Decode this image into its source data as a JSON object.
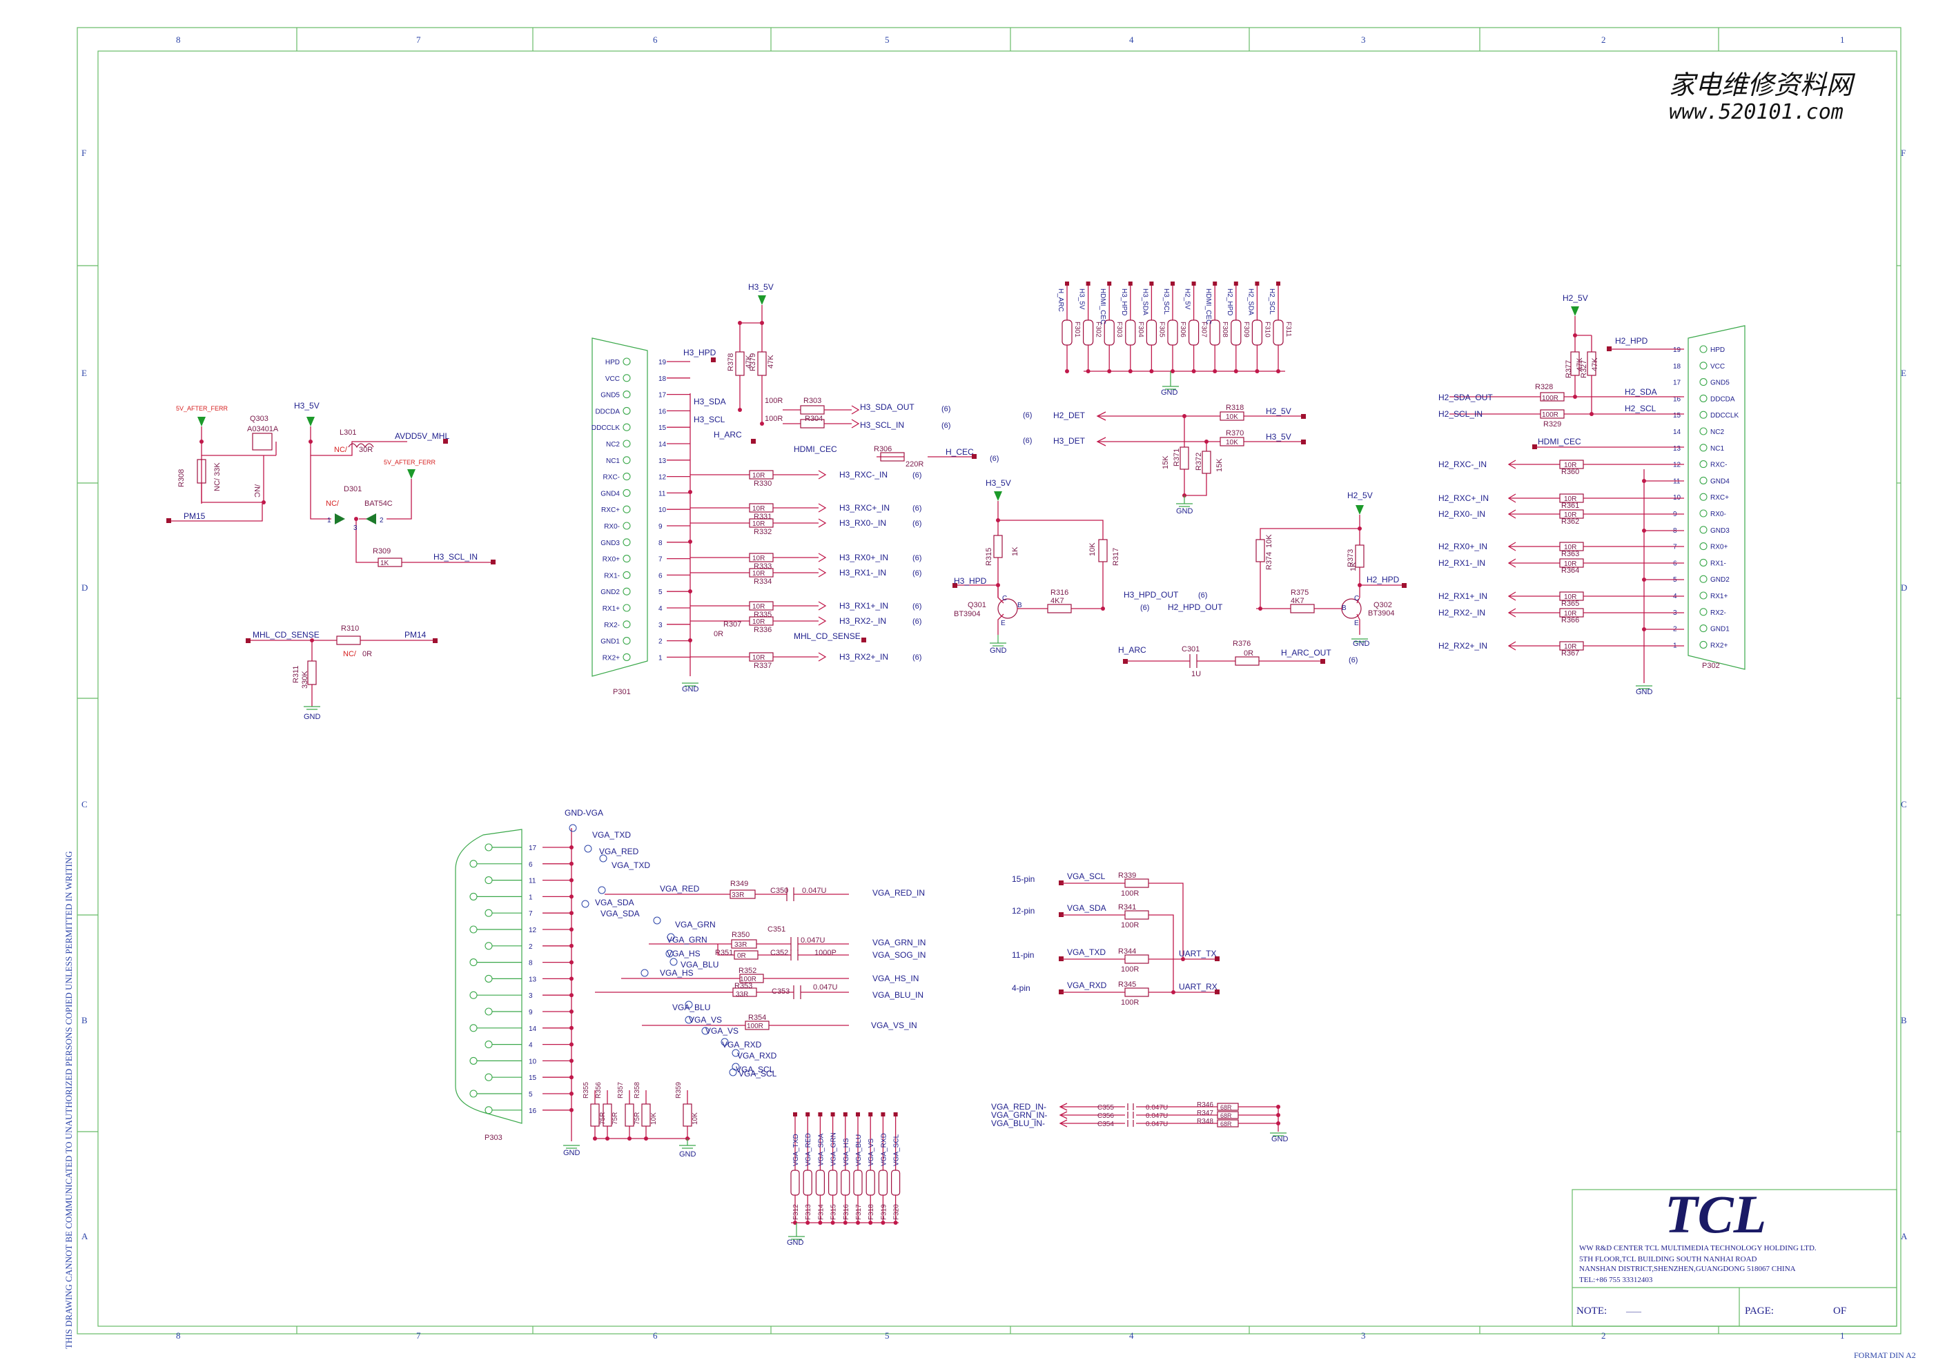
{
  "frame": {
    "columns": [
      "8",
      "7",
      "6",
      "5",
      "4",
      "3",
      "2",
      "1"
    ],
    "rows": [
      "F",
      "E",
      "D",
      "C",
      "B",
      "A"
    ],
    "side_note": "THIS DRAWING CANNOT BE COMMUNICATED TO UNAUTHORIZED PERSONS COPIED UNLESS PERMITTED IN WRITING",
    "format": "FORMAT DIN A2"
  },
  "watermark": {
    "line1": "家电维修资料网",
    "line2": "www.520101.com"
  },
  "title_block": {
    "logo": "TCL",
    "company": "WW R&D CENTER TCL MULTIMEDIA TECHNOLOGY HOLDING LTD.",
    "addr1": "5TH FLOOR,TCL BUILDING SOUTH NANHAI ROAD",
    "addr2": "NANSHAN DISTRICT,SHENZHEN,GUANGDONG 518067 CHINA",
    "tel": "TEL:+86 755 33312403",
    "note_label": "NOTE:",
    "note_value": "——",
    "page_label": "PAGE:",
    "of_label": "OF"
  },
  "mhl": {
    "q303": "Q303",
    "q303_val": "A03401A",
    "r308": "R308",
    "r308_val": "NC/ 33K",
    "nc_mark": "/NC",
    "net_5v_after_ferr": "5V_AFTER_FERR",
    "net_h3_5v": "H3_5V",
    "l301": "L301",
    "l301_nc": "NC/",
    "l301_val": "30R",
    "avdd": "AVDD5V_MHL",
    "pm15": "PM15",
    "d301": "D301",
    "d301_nc": "NC/",
    "d301_val": "BAT54C",
    "pin1": "1",
    "pin2": "2",
    "pin3": "3",
    "r309": "R309",
    "r309_val": "1K",
    "h3_scl_in": "H3_SCL_IN",
    "mhl_cd_sense": "MHL_CD_SENSE",
    "r310": "R310",
    "r310_nc": "NC/",
    "r310_val": "0R",
    "pm14": "PM14",
    "r311": "R311",
    "r311_val": "330K",
    "gnd": "GND"
  },
  "p301": {
    "ref": "P301",
    "pins": [
      {
        "n": "19",
        "name": "HPD"
      },
      {
        "n": "18",
        "name": "VCC"
      },
      {
        "n": "17",
        "name": "GND5"
      },
      {
        "n": "16",
        "name": "DDCDA"
      },
      {
        "n": "15",
        "name": "DDCCLK"
      },
      {
        "n": "14",
        "name": "NC2"
      },
      {
        "n": "13",
        "name": "NC1"
      },
      {
        "n": "12",
        "name": "RXC-"
      },
      {
        "n": "11",
        "name": "GND4"
      },
      {
        "n": "10",
        "name": "RXC+"
      },
      {
        "n": "9",
        "name": "RX0-"
      },
      {
        "n": "8",
        "name": "GND3"
      },
      {
        "n": "7",
        "name": "RX0+"
      },
      {
        "n": "6",
        "name": "RX1-"
      },
      {
        "n": "5",
        "name": "GND2"
      },
      {
        "n": "4",
        "name": "RX1+"
      },
      {
        "n": "3",
        "name": "RX2-"
      },
      {
        "n": "2",
        "name": "GND1"
      },
      {
        "n": "1",
        "name": "RX2+"
      }
    ],
    "h3_5v": "H3_5V",
    "h3_hpd": "H3_HPD",
    "h3_sda": "H3_SDA",
    "h3_scl": "H3_SCL",
    "h_arc": "H_ARC",
    "hdmi_cec": "HDMI_CEC",
    "h_cec": "H_CEC",
    "r378": "R378",
    "r379": "R379",
    "r378_val": "47K",
    "r379_val": "47K",
    "r303": "R303",
    "r304": "R304",
    "r303_val": "100R",
    "r304_val": "100R",
    "r306": "R306",
    "r306_val": "220R",
    "h3_sda_out": "H3_SDA_OUT",
    "h3_scl_in": "H3_SCL_IN",
    "six": "(6)",
    "rx": [
      {
        "val": "10R",
        "ref": "R330",
        "net": "H3_RXC-_IN"
      },
      {
        "val": "10R",
        "ref": "R331",
        "net": "H3_RXC+_IN"
      },
      {
        "val": "10R",
        "ref": "R332",
        "net": "H3_RX0-_IN"
      },
      {
        "val": "10R",
        "ref": "R333",
        "net": "H3_RX0+_IN"
      },
      {
        "val": "10R",
        "ref": "R334",
        "net": "H3_RX1-_IN"
      },
      {
        "val": "10R",
        "ref": "R335",
        "net": "H3_RX1+_IN"
      },
      {
        "val": "10R",
        "ref": "R336",
        "net": "H3_RX2-_IN"
      },
      {
        "val": "10R",
        "ref": "R337",
        "net": "H3_RX2+_IN"
      }
    ],
    "r307": "R307",
    "r307_val": "0R",
    "mhl_cd_sense": "MHL_CD_SENSE",
    "gnd": "GND"
  },
  "esd_top": {
    "items": [
      {
        "net": "H_ARC",
        "ref": "F301"
      },
      {
        "net": "H3_5V",
        "ref": "F302"
      },
      {
        "net": "HDMI_CEC",
        "ref": "F303"
      },
      {
        "net": "H3_HPD",
        "ref": "F304"
      },
      {
        "net": "H3_SDA",
        "ref": "F305"
      },
      {
        "net": "H3_SCL",
        "ref": "F306"
      },
      {
        "net": "H2_5V",
        "ref": "F307"
      },
      {
        "net": "HDMI_CEC",
        "ref": "F308"
      },
      {
        "net": "H2_HPD",
        "ref": "F309"
      },
      {
        "net": "H2_SDA",
        "ref": "F310"
      },
      {
        "net": "H2_SCL",
        "ref": "F311"
      }
    ],
    "gnd": "GND"
  },
  "det": {
    "h2_det": "H2_DET",
    "h3_det": "H3_DET",
    "six": "(6)",
    "r318": "R318",
    "r318_val": "10K",
    "h2_5v": "H2_5V",
    "r370": "R370",
    "r370_val": "10K",
    "h3_5v": "H3_5V",
    "r371": "R371",
    "r371_val": "15K",
    "r372": "R372",
    "r372_val": "15K",
    "gnd": "GND"
  },
  "hpd": {
    "h3_5v": "H3_5V",
    "r315": "R315",
    "r315_val": "1K",
    "r317": "R317",
    "r317_val": "10K",
    "h3_hpd": "H3_HPD",
    "q301": "Q301",
    "q301_val": "BT3904",
    "r316": "R316",
    "r316_val": "4K7",
    "h3_hpd_out": "H3_HPD_OUT",
    "h2_hpd_out": "H2_HPD_OUT",
    "six": "(6)",
    "h2_5v": "H2_5V",
    "r374": "R374",
    "r374_val": "10K",
    "r373": "R373",
    "r373_val": "1K",
    "h2_hpd": "H2_HPD",
    "r375": "R375",
    "r375_val": "4K7",
    "q302": "Q302",
    "q302_val": "BT3904",
    "h_arc": "H_ARC",
    "c301": "C301",
    "c301_val": "1U",
    "r376": "R376",
    "r376_val": "0R",
    "h_arc_out": "H_ARC_OUT",
    "b": "B",
    "c": "C",
    "e": "E",
    "gnd": "GND"
  },
  "p302": {
    "ref": "P302",
    "pins": [
      {
        "n": "19",
        "name": "HPD"
      },
      {
        "n": "18",
        "name": "VCC"
      },
      {
        "n": "17",
        "name": "GND5"
      },
      {
        "n": "16",
        "name": "DDCDA"
      },
      {
        "n": "15",
        "name": "DDCCLK"
      },
      {
        "n": "14",
        "name": "NC2"
      },
      {
        "n": "13",
        "name": "NC1"
      },
      {
        "n": "12",
        "name": "RXC-"
      },
      {
        "n": "11",
        "name": "GND4"
      },
      {
        "n": "10",
        "name": "RXC+"
      },
      {
        "n": "9",
        "name": "RX0-"
      },
      {
        "n": "8",
        "name": "GND3"
      },
      {
        "n": "7",
        "name": "RX0+"
      },
      {
        "n": "6",
        "name": "RX1-"
      },
      {
        "n": "5",
        "name": "GND2"
      },
      {
        "n": "4",
        "name": "RX1+"
      },
      {
        "n": "3",
        "name": "RX2-"
      },
      {
        "n": "2",
        "name": "GND1"
      },
      {
        "n": "1",
        "name": "RX2+"
      }
    ],
    "h2_5v": "H2_5V",
    "h2_hpd": "H2_HPD",
    "h2_sda": "H2_SDA",
    "h2_scl": "H2_SCL",
    "r377": "R377",
    "r377_val": "47K",
    "r327": "R327",
    "r327_val": "47K",
    "r328": "R328",
    "r328_val": "100R",
    "r329": "R329",
    "r329_val": "100R",
    "h2_sda_out": "H2_SDA_OUT",
    "h2_scl_in": "H2_SCL_IN",
    "hdmi_cec": "HDMI_CEC",
    "rx": [
      {
        "val": "10R",
        "ref": "R360",
        "net": "H2_RXC-_IN"
      },
      {
        "val": "10R",
        "ref": "R361",
        "net": "H2_RXC+_IN"
      },
      {
        "val": "10R",
        "ref": "R362",
        "net": "H2_RX0-_IN"
      },
      {
        "val": "10R",
        "ref": "R363",
        "net": "H2_RX0+_IN"
      },
      {
        "val": "10R",
        "ref": "R364",
        "net": "H2_RX1-_IN"
      },
      {
        "val": "10R",
        "ref": "R365",
        "net": "H2_RX1+_IN"
      },
      {
        "val": "10R",
        "ref": "R366",
        "net": "H2_RX2-_IN"
      },
      {
        "val": "10R",
        "ref": "R367",
        "net": "H2_RX2+_IN"
      }
    ],
    "gnd": "GND"
  },
  "vga": {
    "ref": "P303",
    "gnd_vga": "GND-VGA",
    "pins": [
      "17",
      "6",
      "11",
      "1",
      "7",
      "12",
      "2",
      "8",
      "13",
      "3",
      "9",
      "14",
      "4",
      "10",
      "15",
      "5",
      "16"
    ],
    "tp": [
      "VGA_TXD",
      "VGA_RED",
      "VGA_TXD",
      "VGA_SDA",
      "VGA_SDA",
      "VGA_GRN",
      "VGA_GRN",
      "VGA_HS",
      "VGA_BLU",
      "VGA_HS",
      "VGA_BLU",
      "VGA_VS",
      "VGA_VS",
      "VGA_RXD",
      "VGA_RXD",
      "VGA_SCL",
      "VGA_SCL"
    ],
    "vga_red": "VGA_RED",
    "r349": "R349",
    "r349_val": "33R",
    "c350": "C350",
    "c350_val": "0.047U",
    "vga_red_in": "VGA_RED_IN",
    "r350": "R350",
    "r350_val": "33R",
    "c351": "C351",
    "c351_val": "0.047U",
    "vga_grn_in": "VGA_GRN_IN",
    "r351": "R351",
    "r351_val": "0R",
    "c352": "C352",
    "c352_val": "1000P",
    "vga_sog_in": "VGA_SOG_IN",
    "r352": "R352",
    "r352_val": "100R",
    "vga_hs_in": "VGA_HS_IN",
    "r353": "R353",
    "r353_val": "33R",
    "c353": "C353",
    "c353_val": "0.047U",
    "vga_blu_in": "VGA_BLU_IN",
    "r354": "R354",
    "r354_val": "100R",
    "vga_vs_in": "VGA_VS_IN",
    "term": [
      {
        "ref": "R355",
        "val": "75R"
      },
      {
        "ref": "R356",
        "val": "75R"
      },
      {
        "ref": "R357",
        "val": "75R"
      },
      {
        "ref": "R358",
        "val": "10K"
      },
      {
        "ref": "R359",
        "val": "10K"
      }
    ],
    "gnd": "GND"
  },
  "uart": {
    "rows": [
      {
        "pin": "15-pin",
        "net": "VGA_SCL",
        "ref": "R339",
        "val": "100R"
      },
      {
        "pin": "12-pin",
        "net": "VGA_SDA",
        "ref": "R341",
        "val": "100R"
      },
      {
        "pin": "11-pin",
        "net": "VGA_TXD",
        "ref": "R344",
        "val": "100R"
      },
      {
        "pin": "4-pin",
        "net": "VGA_RXD",
        "ref": "R345",
        "val": "100R"
      }
    ],
    "uart_tx": "UART_TX",
    "uart_rx": "UART_RX"
  },
  "esd_vga": {
    "items": [
      {
        "net": "VGA_TXD",
        "ref": "F312"
      },
      {
        "net": "VGA_RED",
        "ref": "F313"
      },
      {
        "net": "VGA_SDA",
        "ref": "F314"
      },
      {
        "net": "VGA_GRN",
        "ref": "F315"
      },
      {
        "net": "VGA_HS",
        "ref": "F316"
      },
      {
        "net": "VGA_BLU",
        "ref": "F317"
      },
      {
        "net": "VGA_VS",
        "ref": "F318"
      },
      {
        "net": "VGA_RXD",
        "ref": "F319"
      },
      {
        "net": "VGA_SCL",
        "ref": "F320"
      }
    ],
    "gnd": "GND"
  },
  "vga_neg": {
    "rows": [
      {
        "net": "VGA_RED_IN-",
        "c": "C355",
        "cval": "0.047U",
        "r": "R346",
        "rval": "68R"
      },
      {
        "net": "VGA_GRN_IN-",
        "c": "C356",
        "cval": "0.047U",
        "r": "R347",
        "rval": "68R"
      },
      {
        "net": "VGA_BLU_IN-",
        "c": "C354",
        "cval": "0.047U",
        "r": "R348",
        "rval": "68R"
      }
    ],
    "gnd": "GND"
  }
}
